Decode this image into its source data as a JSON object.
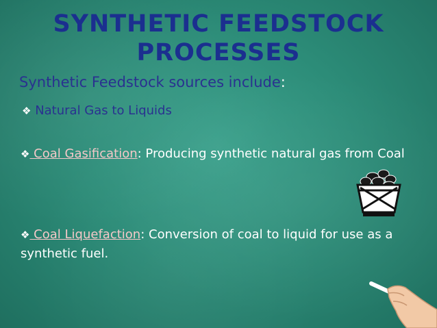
{
  "title_line1": "SYNTHETIC FEEDSTOCK",
  "title_line2": "PROCESSES",
  "intro_text": "Synthetic Feedstock sources include",
  "intro_colon": ":",
  "bullet_symbol": "❖",
  "bullets": [
    {
      "text": "Natural Gas to Liquids"
    },
    {
      "term": " Coal Gasification",
      "sep": ": ",
      "text": "Producing synthetic natural gas from Coal"
    },
    {
      "term": " Coal Liquefaction",
      "sep": ":  ",
      "text": "Conversion of coal to liquid for use as a synthetic fuel."
    }
  ],
  "icons": {
    "cart": "coal-cart-icon",
    "hand": "chalk-hand-icon"
  },
  "colors": {
    "board": "#2c8c78",
    "title": "#1b2f8f",
    "term": "#f4c8c8",
    "text": "#ffffff"
  }
}
